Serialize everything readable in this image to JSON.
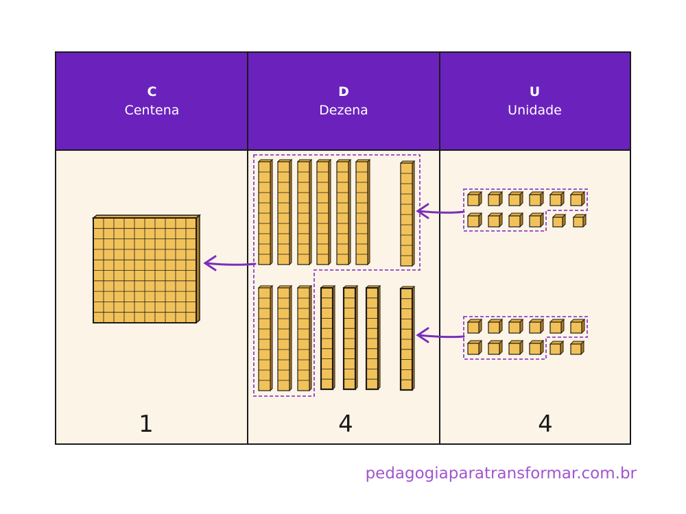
{
  "columns": [
    {
      "letter": "C",
      "name": "Centena",
      "value": "1"
    },
    {
      "letter": "D",
      "name": "Dezena",
      "value": "4"
    },
    {
      "letter": "U",
      "name": "Unidade",
      "value": "4"
    }
  ],
  "footer": {
    "credit": "pedagogiaparatransformar.com.br"
  },
  "colors": {
    "header": "#6b22bd",
    "body": "#fdf4e8",
    "block": "#f2c25a",
    "arrow": "#7a2fb8",
    "credit": "#a155cf"
  }
}
